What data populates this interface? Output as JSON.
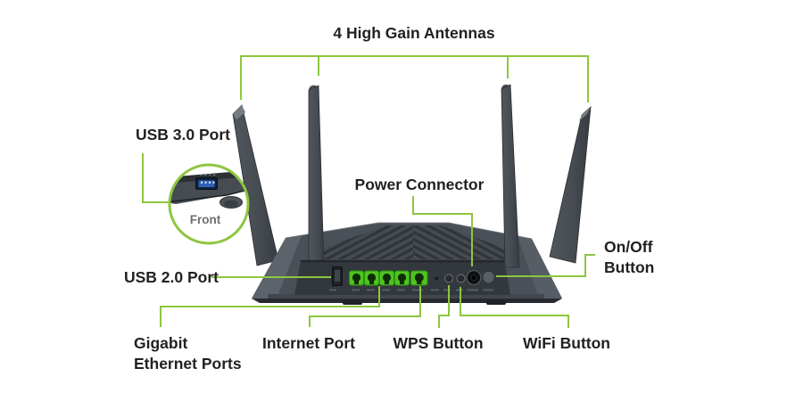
{
  "diagram": {
    "labels": {
      "antennas": "4 High Gain Antennas",
      "usb3": "USB 3.0 Port",
      "front": "Front",
      "usb2": "USB 2.0 Port",
      "power": "Power Connector",
      "onoff": "On/Off\nButton",
      "gigabit": "Gigabit\nEthernet Ports",
      "internet": "Internet Port",
      "wps": "WPS Button",
      "wifi": "WiFi Button"
    },
    "colors": {
      "callout_green": "#8dc63f",
      "port_green": "#4ec41d",
      "label_text": "#231f20",
      "front_text": "#6d6e71",
      "usb3_blue": "#2e62b8"
    }
  }
}
